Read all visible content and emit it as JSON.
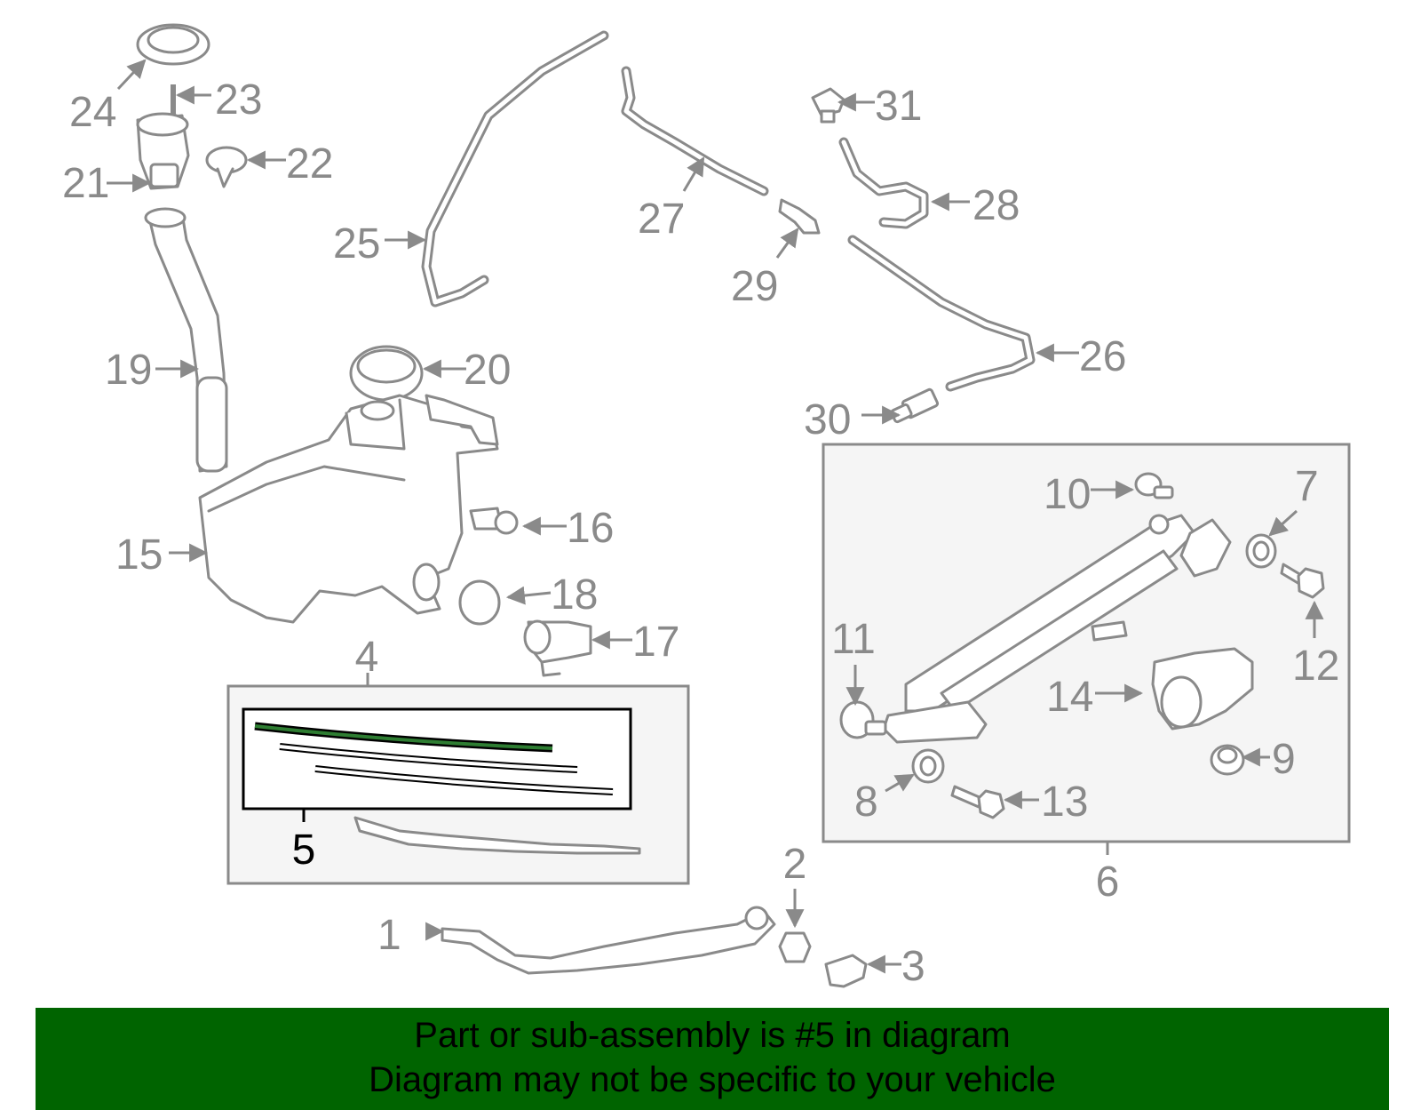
{
  "callouts": {
    "c1": "1",
    "c2": "2",
    "c3": "3",
    "c4": "4",
    "c5": "5",
    "c6": "6",
    "c7": "7",
    "c8": "8",
    "c9": "9",
    "c10": "10",
    "c11": "11",
    "c12": "12",
    "c13": "13",
    "c14": "14",
    "c15": "15",
    "c16": "16",
    "c17": "17",
    "c18": "18",
    "c19": "19",
    "c20": "20",
    "c21": "21",
    "c22": "22",
    "c23": "23",
    "c24": "24",
    "c25": "25",
    "c26": "26",
    "c27": "27",
    "c28": "28",
    "c29": "29",
    "c30": "30",
    "c31": "31"
  },
  "banner": {
    "line1": "Part or sub-assembly is #5 in diagram",
    "line2": "Diagram may not be specific to your vehicle"
  },
  "colors": {
    "banner_bg": "#006400",
    "line_gray": "#8a8a8a",
    "highlight_green": "#2e7d32"
  }
}
